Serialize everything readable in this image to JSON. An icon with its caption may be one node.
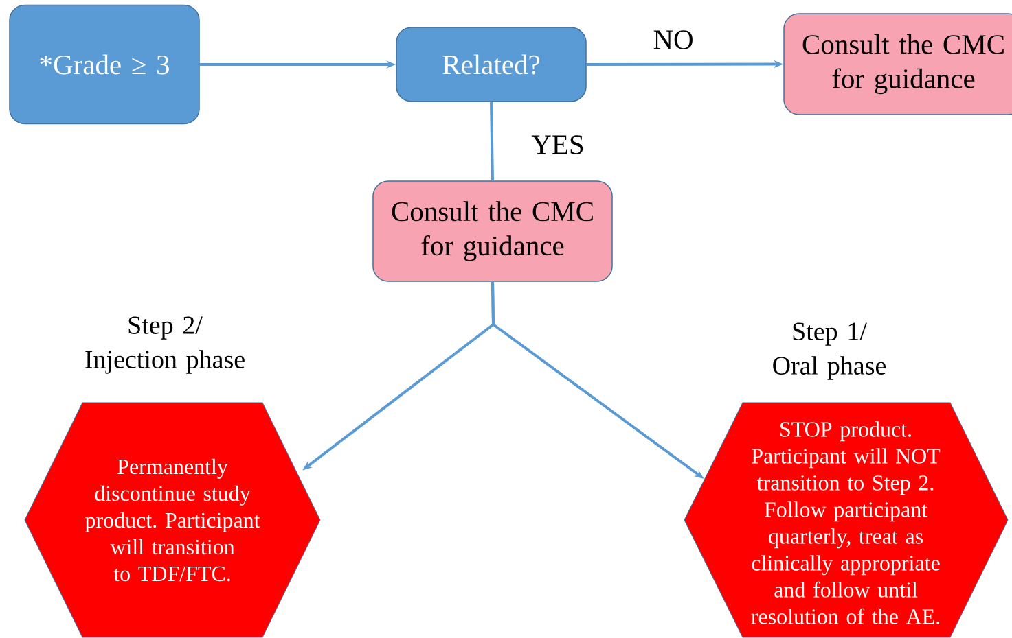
{
  "diagram": {
    "nodes": [
      {
        "text": [
          "*Grade ≥ 3"
        ]
      },
      {
        "text": [
          "Related?"
        ]
      },
      {
        "text": [
          "Consult the CMC for guidance"
        ]
      },
      {
        "text": [
          "Consult the CMC for guidance"
        ]
      },
      {
        "text": [
          "Permanently discontinue study product. Participant will transition to TDF/FTC."
        ],
        "beside": [
          "Step 2/ Injection phase"
        ]
      },
      {
        "text": [
          "STOP product. Participant will NOT transition to Step 2. Follow participant quarterly, treat as clinically appropriate and follow until resolution of the AE."
        ],
        "beside": [
          "Step 1/ Oral phase"
        ]
      }
    ],
    "edges": [
      {
        "from": 0,
        "to": 1,
        "arrow": "to"
      },
      {
        "from": 1,
        "to": 2,
        "arrow": "to",
        "label": "NO"
      },
      {
        "from": 1,
        "to": 3,
        "arrow": "none",
        "label": "YES"
      },
      {
        "from": 3,
        "to": 4,
        "arrow": "to"
      },
      {
        "from": 3,
        "to": 5,
        "arrow": "to"
      }
    ]
  }
}
